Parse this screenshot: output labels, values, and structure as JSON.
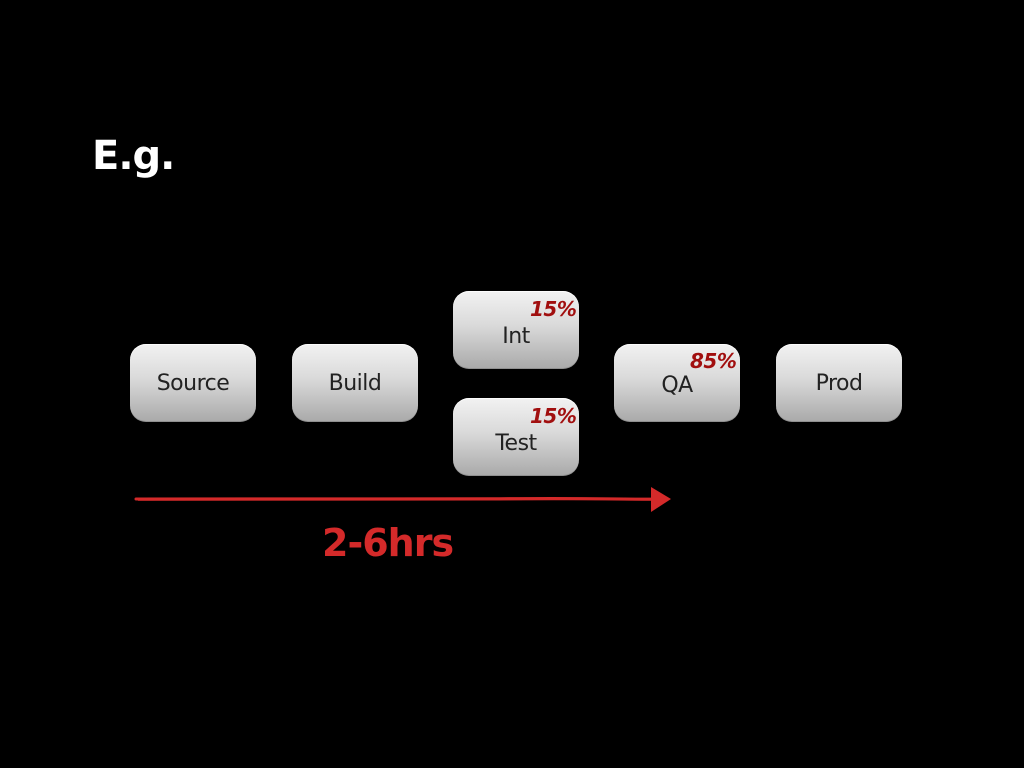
{
  "slide": {
    "title": "E.g.",
    "duration_label": "2-6hrs",
    "colors": {
      "background": "#000000",
      "title": "#ffffff",
      "stage_text": "#222222",
      "percent_text": "#a10f0f",
      "arrow": "#d42a2a"
    }
  },
  "stages": [
    {
      "id": "source",
      "label": "Source"
    },
    {
      "id": "build",
      "label": "Build"
    },
    {
      "id": "int",
      "label": "Int",
      "percent": "15%"
    },
    {
      "id": "test",
      "label": "Test",
      "percent": "15%"
    },
    {
      "id": "qa",
      "label": "QA",
      "percent": "85%"
    },
    {
      "id": "prod",
      "label": "Prod"
    }
  ]
}
